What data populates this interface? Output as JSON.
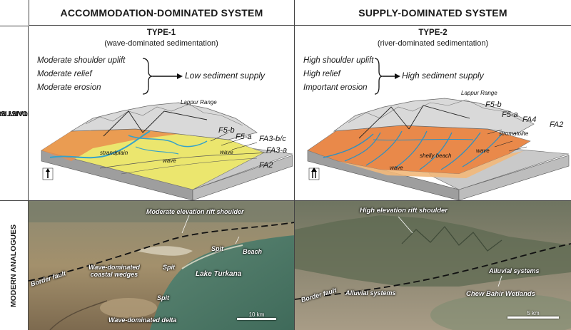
{
  "headers": {
    "left": "ACCOMMODATION-DOMINATED SYSTEM",
    "right": "SUPPLY-DOMINATED SYSTEM"
  },
  "row_labels": {
    "top_line1": "RECONSTRUCTED",
    "top_line2": "SEDIMENTARY SYSTEM",
    "bottom": "MODERN ANALOGUES"
  },
  "type1": {
    "title": "TYPE-1",
    "subtitle": "(wave-dominated sedimentation)",
    "conditions": [
      "Moderate shoulder uplift",
      "Moderate relief",
      "Moderate erosion"
    ],
    "result": "Low sediment supply",
    "block_labels": {
      "range": "Lappur Range",
      "f5b": "F5-b",
      "f5a": "F5-a",
      "fa3bc": "FA3-b/c",
      "fa3a": "FA3-a",
      "fa2": "FA2",
      "strandplain": "strandplain",
      "wave1": "wave",
      "wave2": "wave"
    }
  },
  "type2": {
    "title": "TYPE-2",
    "subtitle": "(river-dominated sedimentation)",
    "conditions": [
      "High shoulder uplift",
      "High relief",
      "Important erosion"
    ],
    "result": "High sediment supply",
    "block_labels": {
      "range": "Lappur Range",
      "f5b": "F5-b",
      "f5a": "F5-a",
      "fa4": "FA4",
      "fa2": "FA2",
      "stromatolite": "stromatolite",
      "shelly_beach": "shelly beach",
      "wave1": "wave",
      "wave2": "wave"
    }
  },
  "photo_left": {
    "rift": "Moderate elevation rift shoulder",
    "beach": "Beach",
    "border_fault": "Border fault",
    "spit1": "Spit",
    "spit2": "Spit",
    "spit3": "Spit",
    "wedges_line1": "Wave-dominated",
    "wedges_line2": "coastal wedges",
    "lake": "Lake Turkana",
    "delta": "Wave-dominated delta",
    "scale": "10 km"
  },
  "photo_right": {
    "rift": "High elevation rift shoulder",
    "border_fault": "Border fault",
    "alluvial1": "Alluvial systems",
    "alluvial2": "Alluvial systems",
    "wetlands": "Chew Bahir Wetlands",
    "scale": "5 km"
  },
  "colors": {
    "frame": "#444444",
    "lake": "#4f7a6a",
    "water_channel": "#3aa0c8",
    "sediment_yellow": "#e9e56a",
    "sediment_orange": "#e98a4a",
    "mountain": "#cfcfcf",
    "block_side": "#b7b7b7"
  }
}
